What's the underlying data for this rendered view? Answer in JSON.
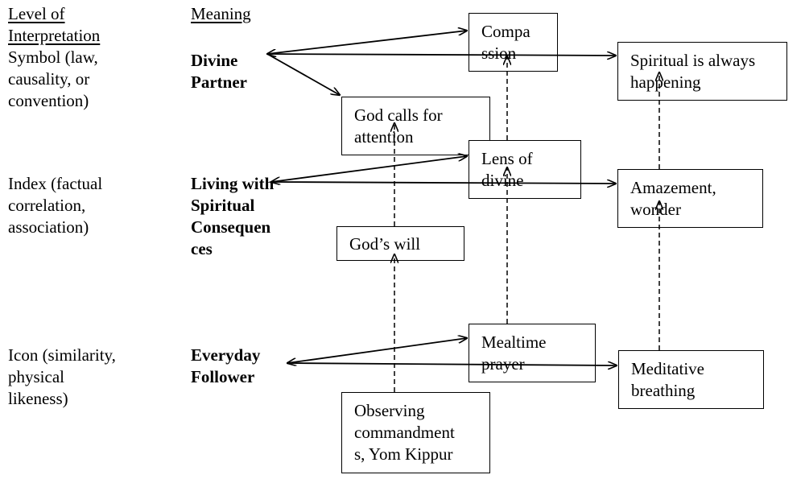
{
  "headers": {
    "level": "Level of\nInterpretation",
    "meaning": "Meaning"
  },
  "levels": {
    "symbol": "Symbol (law,\ncausality, or\nconvention)",
    "index": "Index (factual\ncorrelation,\nassociation)",
    "icon": "Icon (similarity,\nphysical\nlikeness)"
  },
  "meanings": {
    "divine_partner": "Divine\nPartner",
    "living_spiritual": "Living with\nSpiritual\nConsequen\nces",
    "everyday_follower": "Everyday\nFollower"
  },
  "boxes": {
    "compassion": "Compa\nssion",
    "spiritual_always": "Spiritual is always\nhappening",
    "god_calls": "God calls for\nattention",
    "lens_divine": "Lens of\ndivine",
    "amazement": "Amazement,\nwonder",
    "gods_will": "God’s will",
    "mealtime": "Mealtime\nprayer",
    "meditative": "Meditative\nbreathing",
    "observing": "Observing\ncommandment\ns, Yom Kippur"
  }
}
